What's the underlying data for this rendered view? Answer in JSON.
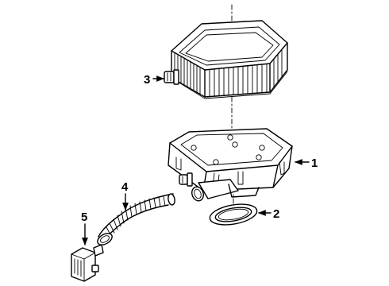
{
  "diagram": {
    "callouts": [
      {
        "id": "callout-1",
        "text": "1"
      },
      {
        "id": "callout-2",
        "text": "2"
      },
      {
        "id": "callout-3",
        "text": "3"
      },
      {
        "id": "callout-4",
        "text": "4"
      },
      {
        "id": "callout-5",
        "text": "5"
      }
    ]
  }
}
